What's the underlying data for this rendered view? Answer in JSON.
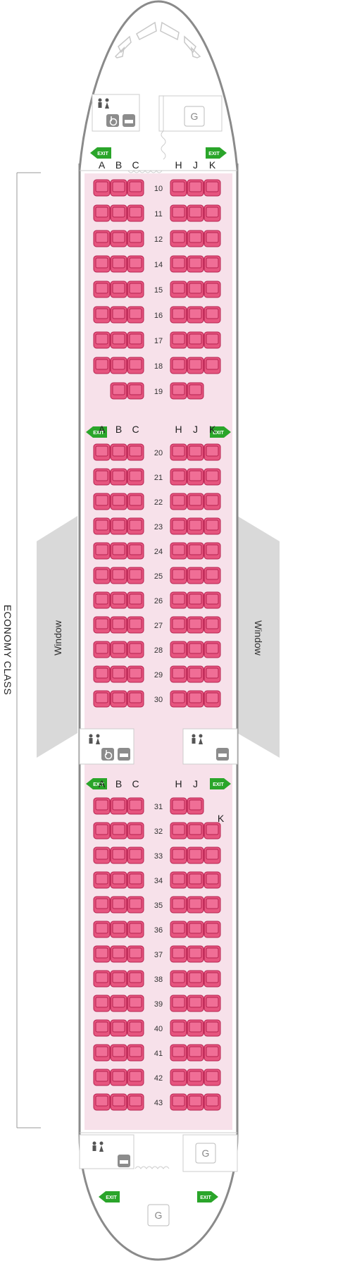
{
  "cabin": {
    "class_label": "ECONOMY CLASS",
    "window_left": "Window",
    "window_right": "Window",
    "exit_label": "EXIT",
    "galley_label": "G",
    "colors": {
      "cabin_fill": "#f7e1ea",
      "seat": "#e6557f",
      "seat_outline": "#b5214f",
      "exit": "#2aa52a",
      "wing": "#d9d9d9",
      "fuselage": "#8a8a8a"
    }
  },
  "sections": [
    {
      "columns_left": [
        "A",
        "B",
        "C"
      ],
      "columns_right": [
        "H",
        "J",
        "K"
      ],
      "rows": [
        {
          "number": "10",
          "seats": [
            "A",
            "B",
            "C",
            "H",
            "J",
            "K"
          ]
        },
        {
          "number": "11",
          "seats": [
            "A",
            "B",
            "C",
            "H",
            "J",
            "K"
          ]
        },
        {
          "number": "12",
          "seats": [
            "A",
            "B",
            "C",
            "H",
            "J",
            "K"
          ]
        },
        {
          "number": "14",
          "seats": [
            "A",
            "B",
            "C",
            "H",
            "J",
            "K"
          ]
        },
        {
          "number": "15",
          "seats": [
            "A",
            "B",
            "C",
            "H",
            "J",
            "K"
          ]
        },
        {
          "number": "16",
          "seats": [
            "A",
            "B",
            "C",
            "H",
            "J",
            "K"
          ]
        },
        {
          "number": "17",
          "seats": [
            "A",
            "B",
            "C",
            "H",
            "J",
            "K"
          ]
        },
        {
          "number": "18",
          "seats": [
            "A",
            "B",
            "C",
            "H",
            "J",
            "K"
          ]
        },
        {
          "number": "19",
          "seats": [
            "B",
            "C",
            "H",
            "J"
          ]
        }
      ]
    },
    {
      "columns_left": [
        "A",
        "B",
        "C"
      ],
      "columns_right": [
        "H",
        "J",
        "K"
      ],
      "rows": [
        {
          "number": "20",
          "seats": [
            "A",
            "B",
            "C",
            "H",
            "J",
            "K"
          ]
        },
        {
          "number": "21",
          "seats": [
            "A",
            "B",
            "C",
            "H",
            "J",
            "K"
          ]
        },
        {
          "number": "22",
          "seats": [
            "A",
            "B",
            "C",
            "H",
            "J",
            "K"
          ]
        },
        {
          "number": "23",
          "seats": [
            "A",
            "B",
            "C",
            "H",
            "J",
            "K"
          ]
        },
        {
          "number": "24",
          "seats": [
            "A",
            "B",
            "C",
            "H",
            "J",
            "K"
          ]
        },
        {
          "number": "25",
          "seats": [
            "A",
            "B",
            "C",
            "H",
            "J",
            "K"
          ]
        },
        {
          "number": "26",
          "seats": [
            "A",
            "B",
            "C",
            "H",
            "J",
            "K"
          ]
        },
        {
          "number": "27",
          "seats": [
            "A",
            "B",
            "C",
            "H",
            "J",
            "K"
          ]
        },
        {
          "number": "28",
          "seats": [
            "A",
            "B",
            "C",
            "H",
            "J",
            "K"
          ]
        },
        {
          "number": "29",
          "seats": [
            "A",
            "B",
            "C",
            "H",
            "J",
            "K"
          ]
        },
        {
          "number": "30",
          "seats": [
            "A",
            "B",
            "C",
            "H",
            "J",
            "K"
          ]
        }
      ]
    },
    {
      "columns_left": [
        "A",
        "B",
        "C"
      ],
      "columns_right": [
        "H",
        "J",
        "K"
      ],
      "rows": [
        {
          "number": "31",
          "seats": [
            "A",
            "B",
            "C",
            "H",
            "J"
          ]
        },
        {
          "number": "32",
          "seats": [
            "A",
            "B",
            "C",
            "H",
            "J",
            "K"
          ]
        },
        {
          "number": "33",
          "seats": [
            "A",
            "B",
            "C",
            "H",
            "J",
            "K"
          ]
        },
        {
          "number": "34",
          "seats": [
            "A",
            "B",
            "C",
            "H",
            "J",
            "K"
          ]
        },
        {
          "number": "35",
          "seats": [
            "A",
            "B",
            "C",
            "H",
            "J",
            "K"
          ]
        },
        {
          "number": "36",
          "seats": [
            "A",
            "B",
            "C",
            "H",
            "J",
            "K"
          ]
        },
        {
          "number": "37",
          "seats": [
            "A",
            "B",
            "C",
            "H",
            "J",
            "K"
          ]
        },
        {
          "number": "38",
          "seats": [
            "A",
            "B",
            "C",
            "H",
            "J",
            "K"
          ]
        },
        {
          "number": "39",
          "seats": [
            "A",
            "B",
            "C",
            "H",
            "J",
            "K"
          ]
        },
        {
          "number": "40",
          "seats": [
            "A",
            "B",
            "C",
            "H",
            "J",
            "K"
          ]
        },
        {
          "number": "41",
          "seats": [
            "A",
            "B",
            "C",
            "H",
            "J",
            "K"
          ]
        },
        {
          "number": "42",
          "seats": [
            "A",
            "B",
            "C",
            "H",
            "J",
            "K"
          ]
        },
        {
          "number": "43",
          "seats": [
            "A",
            "B",
            "C",
            "H",
            "J",
            "K"
          ]
        }
      ]
    }
  ],
  "facilities": [
    {
      "name": "front-lavatory",
      "icons": [
        "restroom-icon",
        "wheelchair-icon",
        "baby-change-icon"
      ]
    },
    {
      "name": "front-galley",
      "icons": [
        "galley-icon"
      ]
    },
    {
      "name": "mid-lavatory-left",
      "icons": [
        "restroom-icon",
        "wheelchair-icon",
        "baby-change-icon"
      ]
    },
    {
      "name": "mid-lavatory-right",
      "icons": [
        "restroom-icon",
        "baby-change-icon"
      ]
    },
    {
      "name": "rear-lavatory",
      "icons": [
        "restroom-icon",
        "baby-change-icon"
      ]
    },
    {
      "name": "rear-galley",
      "icons": [
        "galley-icon"
      ]
    },
    {
      "name": "tail-galley",
      "icons": [
        "galley-icon"
      ]
    }
  ]
}
